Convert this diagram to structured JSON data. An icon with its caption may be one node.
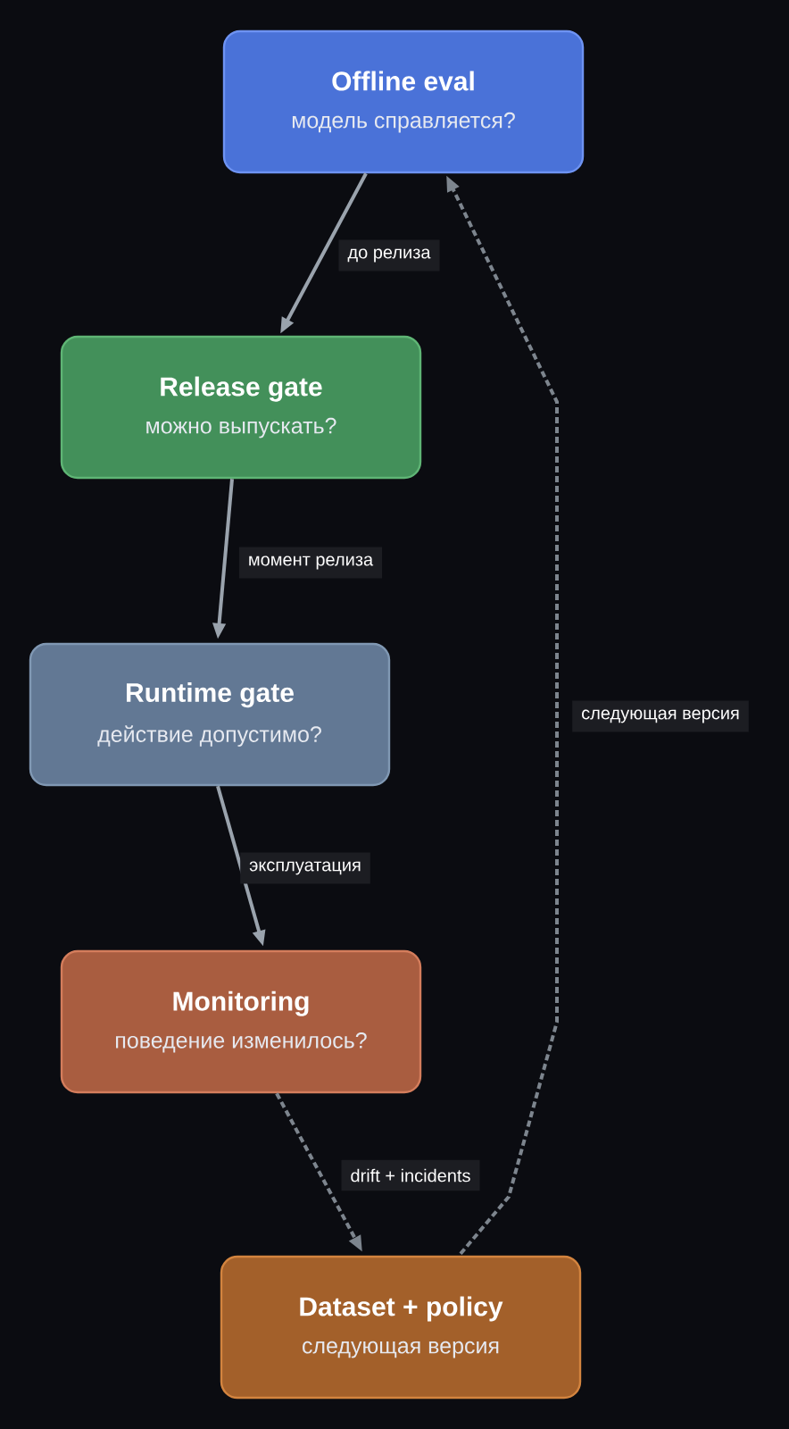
{
  "diagram": {
    "nodes": [
      {
        "text": [
          "Offline eval",
          "модель справляется?"
        ]
      },
      {
        "text": [
          "Release gate",
          "можно выпускать?"
        ]
      },
      {
        "text": [
          "Runtime gate",
          "действие допустимо?"
        ]
      },
      {
        "text": [
          "Monitoring",
          "поведение изменилось?"
        ]
      },
      {
        "text": [
          "Dataset + policy",
          "следующая версия"
        ]
      }
    ],
    "edges": [
      {
        "from": 0,
        "to": 1,
        "arrow": "to",
        "label": "до релиза"
      },
      {
        "from": 1,
        "to": 2,
        "arrow": "to",
        "label": "момент релиза"
      },
      {
        "from": 2,
        "to": 3,
        "arrow": "to",
        "label": "эксплуатация"
      },
      {
        "from": 3,
        "to": 4,
        "arrow": "to",
        "label": "drift + incidents",
        "style": "dashed"
      },
      {
        "from": 4,
        "to": 0,
        "arrow": "to",
        "label": "следующая версия",
        "style": "dashed"
      }
    ]
  }
}
